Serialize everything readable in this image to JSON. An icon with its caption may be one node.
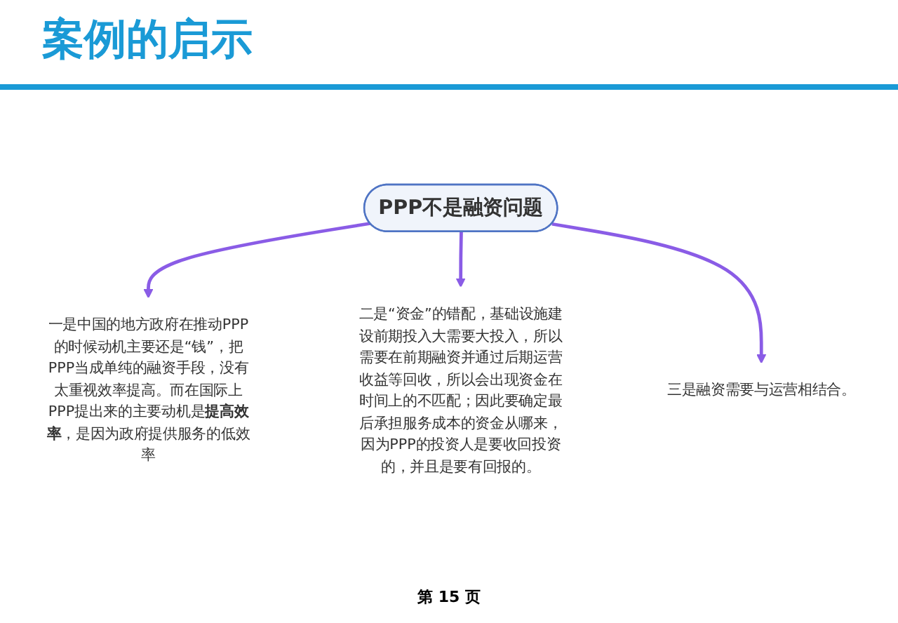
{
  "diagram": {
    "title": "案例的启示",
    "nodes": [
      {
        "text": [
          "PPP不是融资问题"
        ]
      },
      {
        "text": [
          "一是中国的地方政府在推动PPP的时候动机主要还是“钱”，把PPP当成单纯的融资手段，没有太重视效率提高。而在国际上PPP提出来的主要动机是**提高效率**，是因为政府提供服务的低效率"
        ]
      },
      {
        "text": [
          "二是“资金”的错配，基础设施建设前期投入大需要大投入，所以需要在前期融资并通过后期运营收益等回收，所以会出现资金在时间上的不匹配；因此要确定最后承担服务成本的资金从哪来，因为PPP的投资人是要收回投资的，并且是要有回报的。"
        ]
      },
      {
        "text": [
          "三是融资需要与运营相结合。"
        ]
      }
    ],
    "edges": [
      {
        "from": 0,
        "to": 1,
        "arrow": "to"
      },
      {
        "from": 0,
        "to": 2,
        "arrow": "to"
      },
      {
        "from": 0,
        "to": 3,
        "arrow": "to"
      }
    ],
    "labels": [
      "第 15 页"
    ]
  }
}
